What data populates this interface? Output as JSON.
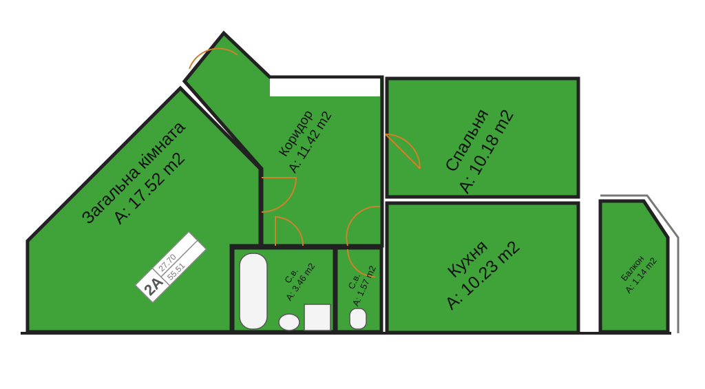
{
  "plan": {
    "colors": {
      "room": "#3fa33a",
      "wall": "#222222",
      "door": "#d0822a"
    },
    "rooms": [
      {
        "name": "Загальна кімната",
        "area": "A: 17.52 m2"
      },
      {
        "name": "Коридор",
        "area": "A: 11.42 m2"
      },
      {
        "name": "Спальня",
        "area": "A: 10.18 m2"
      },
      {
        "name": "Кухня",
        "area": "A: 10.23 m2"
      },
      {
        "name": "С.в.",
        "area": "A: 3.46 m2"
      },
      {
        "name": "С.в.",
        "area": "A: 1.57 m2"
      },
      {
        "name": "Балкон",
        "area": "A: 1.14 m2"
      }
    ],
    "badge": {
      "type": "2A",
      "living_area": "27.70",
      "total_area": "55.51"
    }
  }
}
